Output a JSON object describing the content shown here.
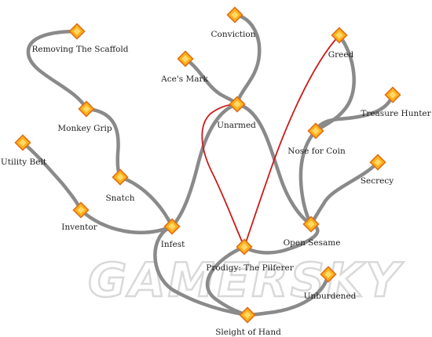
{
  "watermark": "GAMERSKY",
  "colors": {
    "edge": "#8a8a8a",
    "highlight": "#cc1a1a",
    "node_fill": "#ffb21a",
    "node_inner": "#ffe07a",
    "node_stroke": "#e0701a"
  },
  "nodes": [
    {
      "id": "conviction",
      "label": "Conviction"
    },
    {
      "id": "greed",
      "label": "Greed"
    },
    {
      "id": "removing-the-scaffold",
      "label": "Removing The Scaffold"
    },
    {
      "id": "aces-mark",
      "label": "Ace's Mark"
    },
    {
      "id": "treasure-hunter",
      "label": "Treasure Hunter"
    },
    {
      "id": "monkey-grip",
      "label": "Monkey Grip"
    },
    {
      "id": "unarmed",
      "label": "Unarmed"
    },
    {
      "id": "nose-for-coin",
      "label": "Nose for Coin"
    },
    {
      "id": "utility-belt",
      "label": "Utility Belt"
    },
    {
      "id": "secrecy",
      "label": "Secrecy"
    },
    {
      "id": "snatch",
      "label": "Snatch"
    },
    {
      "id": "inventor",
      "label": "Inventor"
    },
    {
      "id": "infest",
      "label": "Infest"
    },
    {
      "id": "open-sesame",
      "label": "Open Sesame"
    },
    {
      "id": "prodigy-the-pilferer",
      "label": "Prodigy: The Pilferer"
    },
    {
      "id": "unburdened",
      "label": "Unburdened"
    },
    {
      "id": "sleight-of-hand",
      "label": "Sleight of Hand"
    }
  ],
  "connections": [
    {
      "from": "conviction",
      "to": "unarmed"
    },
    {
      "from": "aces-mark",
      "to": "unarmed"
    },
    {
      "from": "unarmed",
      "to": "infest"
    },
    {
      "from": "unarmed",
      "to": "open-sesame"
    },
    {
      "from": "removing-the-scaffold",
      "to": "monkey-grip"
    },
    {
      "from": "monkey-grip",
      "to": "snatch"
    },
    {
      "from": "snatch",
      "to": "infest"
    },
    {
      "from": "utility-belt",
      "to": "inventor"
    },
    {
      "from": "inventor",
      "to": "infest"
    },
    {
      "from": "infest",
      "to": "sleight-of-hand"
    },
    {
      "from": "greed",
      "to": "nose-for-coin"
    },
    {
      "from": "treasure-hunter",
      "to": "nose-for-coin"
    },
    {
      "from": "nose-for-coin",
      "to": "open-sesame"
    },
    {
      "from": "secrecy",
      "to": "open-sesame"
    },
    {
      "from": "open-sesame",
      "to": "prodigy-the-pilferer"
    },
    {
      "from": "prodigy-the-pilferer",
      "to": "sleight-of-hand"
    },
    {
      "from": "unburdened",
      "to": "sleight-of-hand"
    }
  ],
  "highlighted_path": [
    "greed",
    "prodigy-the-pilferer",
    "unarmed"
  ]
}
